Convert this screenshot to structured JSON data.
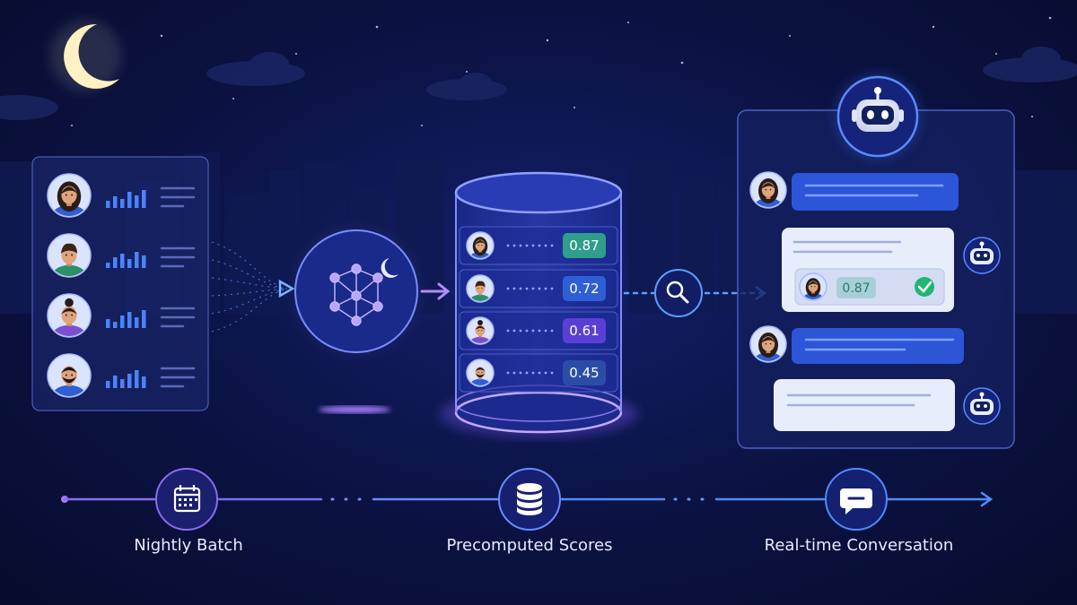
{
  "scores": [
    {
      "value": "0.87",
      "color": "#2f9e8a"
    },
    {
      "value": "0.72",
      "color": "#2f5fd6"
    },
    {
      "value": "0.61",
      "color": "#5a3fd6"
    },
    {
      "value": "0.45",
      "color": "#2a4ea8"
    }
  ],
  "chat": {
    "matched_score": "0.87"
  },
  "timeline": {
    "stage_1": "Nightly Batch",
    "stage_2": "Precomputed Scores",
    "stage_3": "Real-time Conversation"
  },
  "colors": {
    "accent_blue": "#3b82f6",
    "accent_purple": "#8b5cf6",
    "match_green": "#22b573"
  },
  "icons": [
    "moon-icon",
    "neural-network-icon",
    "search-icon",
    "robot-icon",
    "calendar-icon",
    "database-icon",
    "chat-bubble-icon",
    "check-icon"
  ]
}
